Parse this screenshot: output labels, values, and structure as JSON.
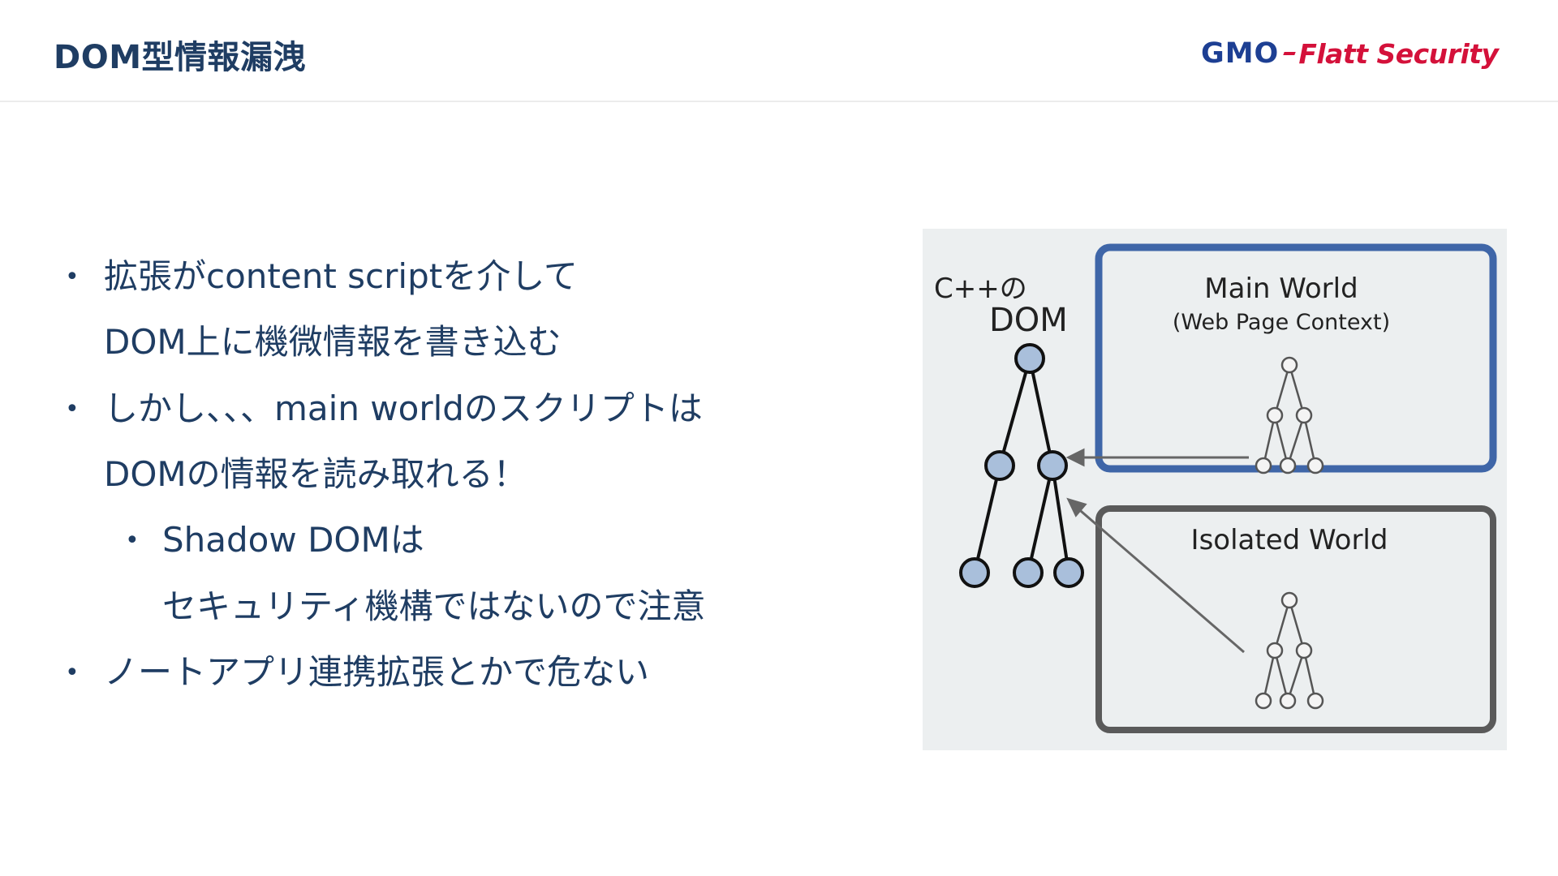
{
  "header": {
    "title": "DOM型情報漏洩",
    "logo_primary": "GMO",
    "logo_secondary": "Flatt Security"
  },
  "bullets": [
    {
      "level": 1,
      "lines": [
        "拡張がcontent scriptを介して",
        "DOM上に機微情報を書き込む"
      ]
    },
    {
      "level": 1,
      "lines": [
        "しかし、、、main worldのスクリプトは",
        "DOMの情報を読み取れる！"
      ]
    },
    {
      "level": 2,
      "lines": [
        "Shadow DOMは",
        "セキュリティ機構ではないので注意"
      ]
    },
    {
      "level": 1,
      "lines": [
        "ノートアプリ連携拡張とかで危ない"
      ]
    }
  ],
  "bullet_glyph": "•",
  "diagram": {
    "dom_label_line1": "C++の",
    "dom_label_line2": "DOM",
    "main_world_title": "Main World",
    "main_world_subtitle": "(Web Page Context)",
    "isolated_world_title": "Isolated World",
    "colors": {
      "main_world_border": "#3f66a8",
      "isolated_world_border": "#5a5a5a",
      "dom_node_fill": "#a9bfdb",
      "background": "#eceff0"
    }
  },
  "colors": {
    "text": "#1f3d63",
    "logo_gmo": "#1d3f93",
    "logo_accent": "#d4113a"
  }
}
